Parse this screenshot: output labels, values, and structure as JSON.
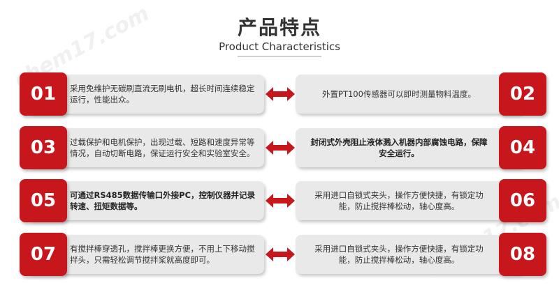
{
  "header": {
    "title": "产品特点",
    "subtitle": "Product Characteristics"
  },
  "watermark": {
    "text": "chem17.com"
  },
  "colors": {
    "accent": "#c8161d",
    "card_bg": "#e9e9e9"
  },
  "features": [
    {
      "left_num": "01",
      "left_text": "采用免维护无碳刷直流无刷电机，超长时间连续稳定运行，性能出众。",
      "right_num": "02",
      "right_text": "外置PT100传感器可以即时测量物料温度。"
    },
    {
      "left_num": "03",
      "left_text": "过载保护和电机保护，出现过载、短路和速度异常等情况，自动切断电路，保证运行安全和实验室安全。",
      "right_num": "04",
      "right_text": "封闭式外壳阻止液体溅入机器内部腐蚀电路，保障安全运行。"
    },
    {
      "left_num": "05",
      "left_text": "可通过RS485数据传输口外接PC，控制仪器并记录转速、扭矩数据等。",
      "right_num": "06",
      "right_text": "采用进口自锁式夹头，操作方便快捷，有锁定功能，防止搅拌棒松动，轴心度高。"
    },
    {
      "left_num": "07",
      "left_text": "有搅拌棒穿透孔，搅拌棒更换方便，不用上下移动搅拌头，只需轻松调节搅拌桨就高度即可。",
      "right_num": "08",
      "right_text": "采用进口自锁式夹头，操作方便快捷，有锁定功能，防止搅拌棒松动，轴心度高。"
    }
  ]
}
